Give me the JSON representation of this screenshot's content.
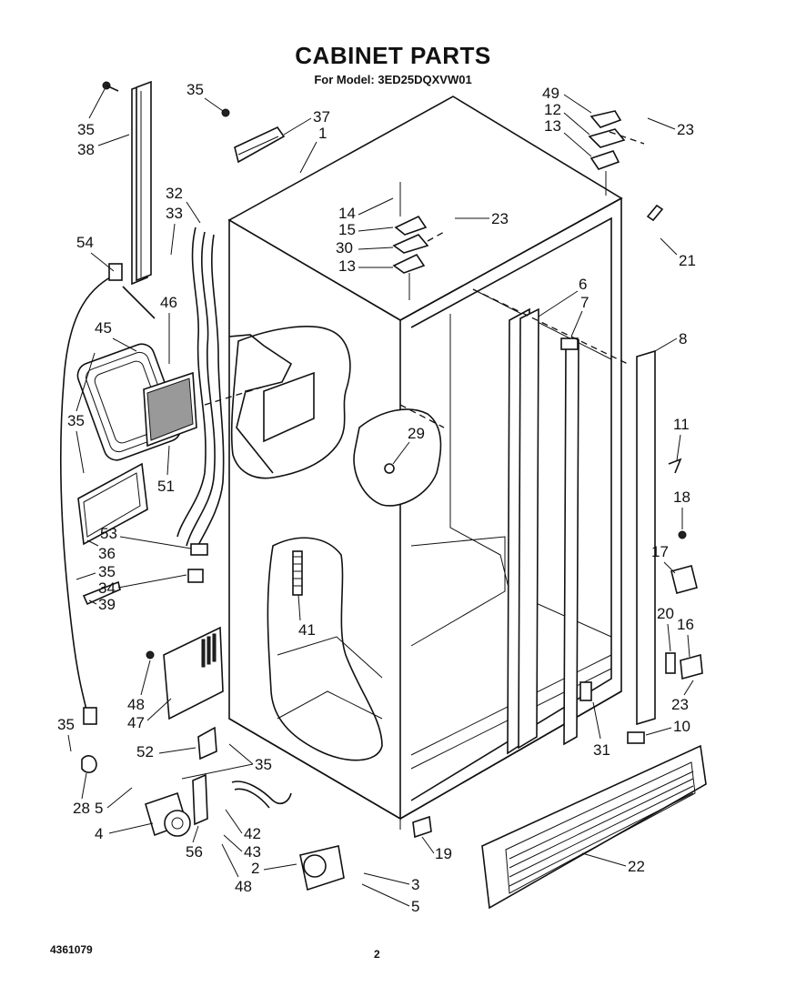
{
  "header": {
    "title": "CABINET PARTS",
    "subtitle": "For Model: 3ED25DQXVW01"
  },
  "footer": {
    "code": "4361079",
    "page": "2"
  },
  "callouts": [
    "35",
    "38",
    "35",
    "37",
    "1",
    "32",
    "33",
    "54",
    "46",
    "45",
    "35",
    "51",
    "53",
    "36",
    "35",
    "34",
    "39",
    "48",
    "47",
    "35",
    "52",
    "35",
    "28",
    "5",
    "4",
    "56",
    "42",
    "43",
    "2",
    "48",
    "3",
    "5",
    "19",
    "22",
    "14",
    "15",
    "30",
    "13",
    "23",
    "29",
    "41",
    "49",
    "12",
    "13",
    "23",
    "21",
    "6",
    "7",
    "8",
    "11",
    "18",
    "17",
    "20",
    "16",
    "23",
    "31",
    "10"
  ]
}
